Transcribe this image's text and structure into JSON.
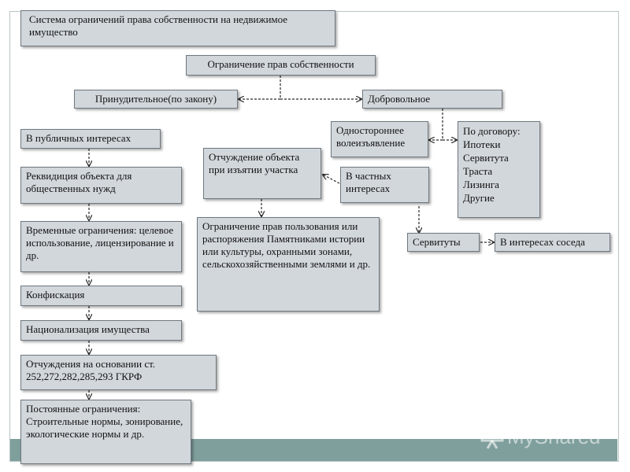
{
  "diagram": {
    "title": "Система ограничений права собственности на недвижимое имущество",
    "root": "Ограничение прав собственности",
    "forced": "Принудительное(по закону)",
    "voluntary": "Добровольное",
    "public_interest": "В публичных интересах",
    "requisition": "Реквидиция объекта для общественных нужд",
    "temporary": "Временные ограничения: целевое использование, лицензирование и др.",
    "confiscation": "Конфискация",
    "nationalization": "Национализация имущества",
    "alienation_articles": "Отчуждения на основании ст. 252,272,282,285,293 ГКРФ",
    "permanent": "Постоянные ограничения: Строительные нормы, зонирование, экологические нормы и др.",
    "alienation_seizure": "Отчуждение объекта при изъятии участка",
    "private_interest": "В частных интересах",
    "usage_restriction": "Ограничение прав пользования или распоряжения Памятниками истории или культуры, охранными зонами, сельскохозяйственными землями и др.",
    "unilateral": "Одностороннее волеизъявление",
    "by_contract": "По договору:\nИпотеки\nСервитута\nТраста\nЛизинга\n Другие",
    "servitudes": "Сервитуты",
    "neighbor_interest": "В интересах соседа"
  },
  "watermark": {
    "text": "MyShared"
  }
}
